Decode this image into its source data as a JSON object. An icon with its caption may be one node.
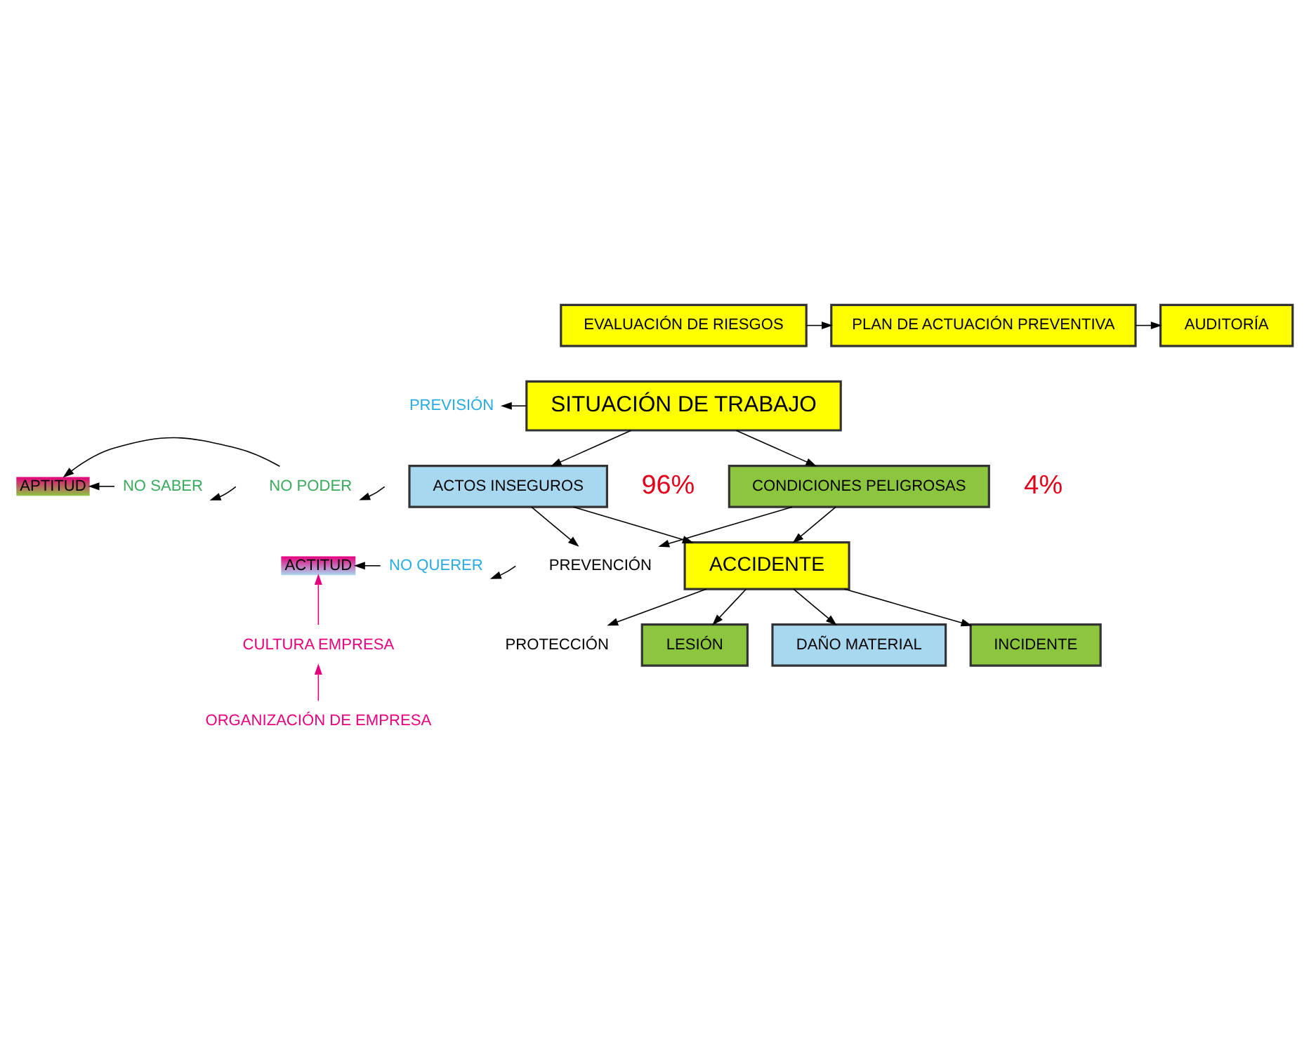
{
  "diagram": {
    "nodes": [
      {
        "text": [
          "EVALUACIÓN DE RIESGOS"
        ]
      },
      {
        "text": [
          "PLAN DE ACTUACIÓN PREVENTIVA"
        ]
      },
      {
        "text": [
          "AUDITORÍA"
        ]
      },
      {
        "text": [
          "SITUACIÓN DE TRABAJO"
        ]
      },
      {
        "text": [
          "PREVISIÓN"
        ]
      },
      {
        "text": [
          "APTITUD"
        ]
      },
      {
        "text": [
          "NO SABER"
        ]
      },
      {
        "text": [
          "NO PODER"
        ]
      },
      {
        "text": [
          "ACTITUD"
        ]
      },
      {
        "text": [
          "NO QUERER"
        ]
      },
      {
        "text": [
          "ACTOS INSEGUROS"
        ],
        "beside": [
          "96%"
        ]
      },
      {
        "text": [
          "CONDICIONES PELIGROSAS"
        ],
        "beside": [
          "4%"
        ]
      },
      {
        "text": [
          "PREVENCIÓN"
        ]
      },
      {
        "text": [
          "ACCIDENTE"
        ]
      },
      {
        "text": [
          "PROTECCIÓN"
        ]
      },
      {
        "text": [
          "CULTURA EMPRESA"
        ]
      },
      {
        "text": [
          "LESIÓN"
        ]
      },
      {
        "text": [
          "DAÑO MATERIAL"
        ]
      },
      {
        "text": [
          "INCIDENTE"
        ]
      },
      {
        "text": [
          "ORGANIZACIÓN DE EMPRESA"
        ]
      }
    ],
    "edges": [
      {
        "from": 0,
        "to": 1,
        "arrow": "to"
      },
      {
        "from": 1,
        "to": 2,
        "arrow": "to"
      },
      {
        "from": 3,
        "to": 10,
        "arrow": "to"
      },
      {
        "from": 3,
        "to": 11,
        "arrow": "to"
      },
      {
        "from": 3,
        "to": 4,
        "arrow": "to"
      },
      {
        "from": null,
        "to": 6,
        "arrow": "to"
      },
      {
        "from": null,
        "to": 7,
        "arrow": "to"
      },
      {
        "from": null,
        "to": 9,
        "arrow": "to"
      },
      {
        "from": 6,
        "to": 5,
        "arrow": "to"
      },
      {
        "from": 7,
        "to": 5,
        "arrow": "to"
      },
      {
        "from": 9,
        "to": 8,
        "arrow": "to"
      },
      {
        "from": 10,
        "to": 13,
        "arrow": "to"
      },
      {
        "from": 11,
        "to": 13,
        "arrow": "to"
      },
      {
        "from": 10,
        "to": 12,
        "arrow": "to"
      },
      {
        "from": 11,
        "to": 12,
        "arrow": "to"
      },
      {
        "from": 13,
        "to": 16,
        "arrow": "to"
      },
      {
        "from": 13,
        "to": 17,
        "arrow": "to"
      },
      {
        "from": 13,
        "to": 18,
        "arrow": "to"
      },
      {
        "from": 13,
        "to": 14,
        "arrow": "to"
      },
      {
        "from": 15,
        "to": 8,
        "arrow": "to",
        "color": "#e6007e"
      },
      {
        "from": 19,
        "to": 15,
        "arrow": "to",
        "color": "#e6007e"
      }
    ]
  }
}
